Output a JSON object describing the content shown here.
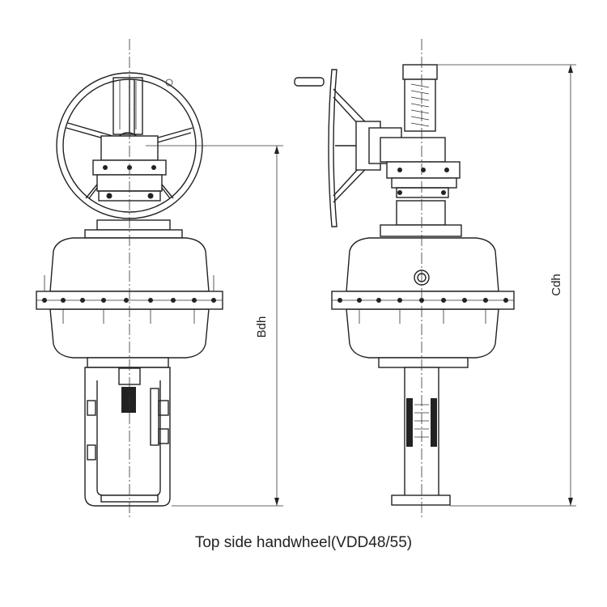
{
  "caption": "Top side handwheel(VDD48/55)",
  "dimensions": {
    "bdh": "Bdh",
    "cdh": "Cdh"
  }
}
